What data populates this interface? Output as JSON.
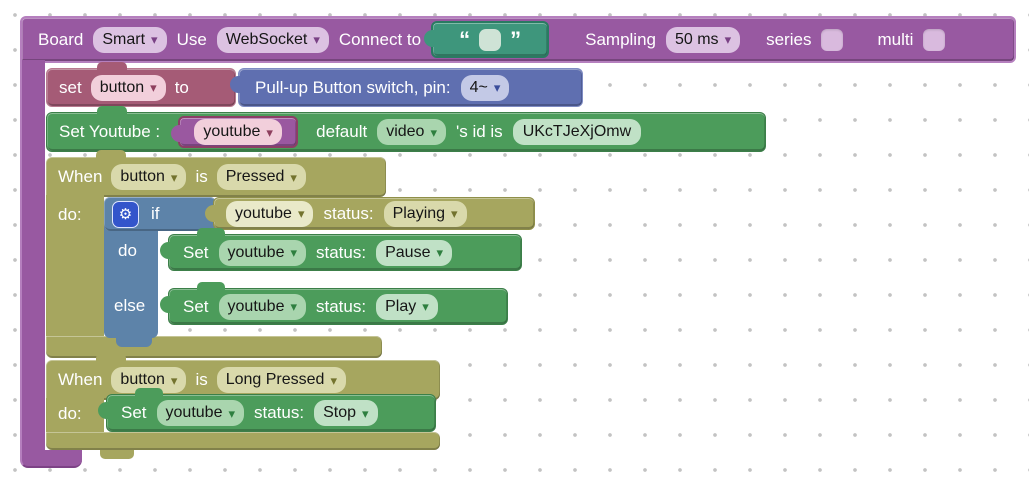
{
  "colors": {
    "board_purple": "#9859a1",
    "quote_teal": "#3e967c",
    "variable_maroon": "#a55b76",
    "pin_blue": "#5f6fb0",
    "youtube_green": "#4c9c5b",
    "event_olive": "#a6a65f",
    "if_blue": "#5d83a9",
    "gear_blue": "#3355cb",
    "workspace_dot": "#c3c3c3"
  },
  "icons": {
    "gear": "⚙",
    "dropdown_arrow": "▾",
    "quote_open": "“",
    "quote_close": "”"
  },
  "board": {
    "label_board": "Board",
    "board_select": "Smart",
    "label_use": "Use",
    "use_select": "WebSocket",
    "label_connect": "Connect to",
    "connect_value": "",
    "label_sampling": "Sampling",
    "sampling_select": "50 ms",
    "label_series": "series",
    "label_multi": "multi"
  },
  "set_button": {
    "set": "set",
    "variable": "button",
    "to": "to"
  },
  "pullup": {
    "label": "Pull-up Button switch, pin:",
    "pin": "4~"
  },
  "youtube_setup": {
    "label": "Set Youtube :",
    "variable": "youtube",
    "default_label": "default",
    "default_select": "video",
    "id_label": "'s id is",
    "id_value": "UKcTJeXjOmw"
  },
  "when_pressed": {
    "when": "When",
    "variable": "button",
    "is": "is",
    "event": "Pressed",
    "do": "do:"
  },
  "if_block": {
    "if": "if",
    "do": "do",
    "else": "else"
  },
  "condition": {
    "variable": "youtube",
    "status_label": "status:",
    "status": "Playing"
  },
  "set_pause": {
    "set": "Set",
    "variable": "youtube",
    "status_label": "status:",
    "status": "Pause"
  },
  "set_play": {
    "set": "Set",
    "variable": "youtube",
    "status_label": "status:",
    "status": "Play"
  },
  "when_long": {
    "when": "When",
    "variable": "button",
    "is": "is",
    "event": "Long Pressed",
    "do": "do:"
  },
  "set_stop": {
    "set": "Set",
    "variable": "youtube",
    "status_label": "status:",
    "status": "Stop"
  }
}
